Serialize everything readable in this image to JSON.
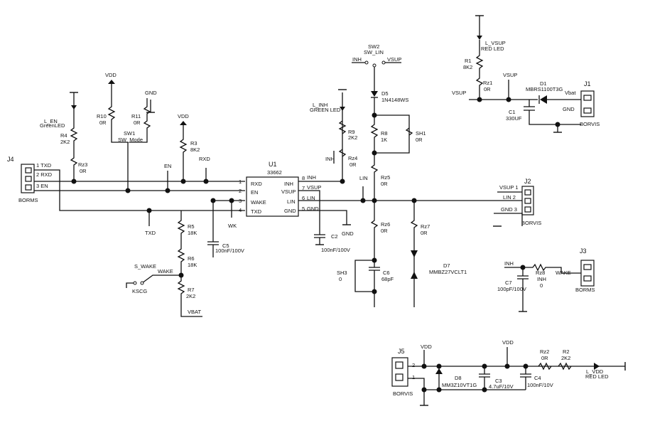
{
  "labels": {
    "vdd": "VDD",
    "vsup": "VSUP",
    "gnd": "GND",
    "inh": "INH",
    "en": "EN",
    "rxd": "RXD",
    "txd": "TXD",
    "lin": "LIN",
    "wake": "WAKE",
    "wk": "WK",
    "vbat": "VBAT",
    "vbat_j1": "Vbat",
    "s_wake": "S_WAKE",
    "kscg": "KSCG"
  },
  "u1": {
    "ref": "U1",
    "part": "33662",
    "left_pins": [
      {
        "num": "1",
        "name": "RXD"
      },
      {
        "num": "2",
        "name": "EN"
      },
      {
        "num": "3",
        "name": "WAKE"
      },
      {
        "num": "4",
        "name": "TXD"
      }
    ],
    "right_pins": [
      {
        "num": "8",
        "name": "INH"
      },
      {
        "num": "7",
        "name": "VSUP"
      },
      {
        "num": "6",
        "name": "LIN"
      },
      {
        "num": "5",
        "name": "GND"
      }
    ]
  },
  "j4": {
    "ref": "J4",
    "footprint": "BORMS",
    "pins": [
      "1 TXD",
      "2 RXD",
      "3 EN"
    ]
  },
  "j2": {
    "ref": "J2",
    "footprint": "BORVIS",
    "pins": [
      "VSUP 1",
      "LIN 2",
      "GND 3"
    ]
  },
  "j1": {
    "ref": "J1",
    "footprint": "BORVIS"
  },
  "j3": {
    "ref": "J3",
    "footprint": "BORMS"
  },
  "j5": {
    "ref": "J5",
    "footprint": "BORVIS",
    "pins": [
      "2",
      "1"
    ]
  },
  "sw1": {
    "ref": "SW1",
    "name": "SW_Mode"
  },
  "sw2": {
    "ref": "SW2",
    "name": "SW_LIN"
  },
  "parts": {
    "l_en": {
      "ref": "L_EN",
      "value": "GreenLED"
    },
    "l_inh": {
      "ref": "L_INH",
      "value": "GREEN LED"
    },
    "l_vsup": {
      "ref": "L_VSUP",
      "value": "RED LED"
    },
    "l_vdd": {
      "ref": "L_VDD",
      "value": "RED LED"
    },
    "r4": {
      "ref": "R4",
      "value": "2K2"
    },
    "rz3": {
      "ref": "Rz3",
      "value": "0R"
    },
    "r10": {
      "ref": "R10",
      "value": "0R"
    },
    "r11": {
      "ref": "R11",
      "value": "0R"
    },
    "r3": {
      "ref": "R3",
      "value": "8K2"
    },
    "r9": {
      "ref": "R9",
      "value": "2K2"
    },
    "rz4": {
      "ref": "Rz4",
      "value": "0R"
    },
    "d5": {
      "ref": "D5",
      "value": "1N4148WS"
    },
    "r8": {
      "ref": "R8",
      "value": "1K"
    },
    "sh1": {
      "ref": "SH1",
      "value": "0R"
    },
    "rz5": {
      "ref": "Rz5",
      "value": "0R"
    },
    "rz6": {
      "ref": "Rz6",
      "value": "0R"
    },
    "rz7": {
      "ref": "Rz7",
      "value": "0R"
    },
    "d7": {
      "ref": "D7",
      "value": "MMBZ27VCLT1"
    },
    "sh3": {
      "ref": "SH3",
      "value": "0"
    },
    "c6": {
      "ref": "C6",
      "value": "68pF"
    },
    "c2": {
      "ref": "C2",
      "value": "100nF/100V"
    },
    "c5": {
      "ref": "C5",
      "value": "100nF/100V"
    },
    "r5": {
      "ref": "R5",
      "value": "18K"
    },
    "r6": {
      "ref": "R6",
      "value": "18K"
    },
    "r7": {
      "ref": "R7",
      "value": "2K2"
    },
    "r1": {
      "ref": "R1",
      "value": "8K2"
    },
    "rz1": {
      "ref": "Rz1",
      "value": "0R"
    },
    "d1": {
      "ref": "D1",
      "value": "MBRS1100T3G"
    },
    "c1": {
      "ref": "C1",
      "value": "330UF"
    },
    "rz8": {
      "ref": "Rz8",
      "value": "INH"
    },
    "rz8_val": "0",
    "c7": {
      "ref": "C7",
      "value": "100pF/100V"
    },
    "d8": {
      "ref": "D8",
      "value": "MM3Z10VT1G"
    },
    "c3": {
      "ref": "C3",
      "value": "4.7uF/10V"
    },
    "c4": {
      "ref": "C4",
      "value": "100nF/10V"
    },
    "rz2": {
      "ref": "Rz2",
      "value": "0R"
    },
    "r2": {
      "ref": "R2",
      "value": "2K2"
    }
  }
}
